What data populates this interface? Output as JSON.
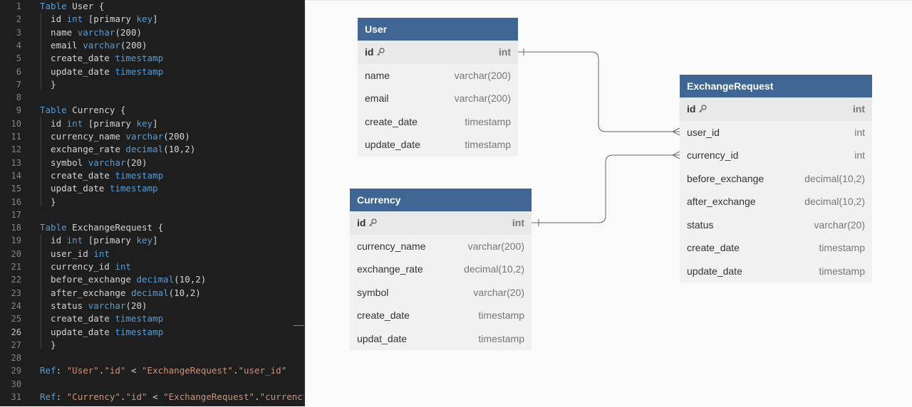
{
  "editor": {
    "active_line": 26,
    "lines": [
      [
        [
          "kw",
          "Table"
        ],
        [
          "pl",
          " User {"
        ]
      ],
      [
        [
          "pl",
          "  id "
        ],
        [
          "tp",
          "int"
        ],
        [
          "pl",
          " [primary "
        ],
        [
          "kw",
          "key"
        ],
        [
          "pl",
          "]"
        ]
      ],
      [
        [
          "pl",
          "  name "
        ],
        [
          "tp",
          "varchar"
        ],
        [
          "pl",
          "(200)"
        ]
      ],
      [
        [
          "pl",
          "  email "
        ],
        [
          "tp",
          "varchar"
        ],
        [
          "pl",
          "(200)"
        ]
      ],
      [
        [
          "pl",
          "  create_date "
        ],
        [
          "tp",
          "timestamp"
        ]
      ],
      [
        [
          "pl",
          "  update_date "
        ],
        [
          "tp",
          "timestamp"
        ]
      ],
      [
        [
          "pl",
          "  }"
        ]
      ],
      [],
      [
        [
          "kw",
          "Table"
        ],
        [
          "pl",
          " Currency {"
        ]
      ],
      [
        [
          "pl",
          "  id "
        ],
        [
          "tp",
          "int"
        ],
        [
          "pl",
          " [primary "
        ],
        [
          "kw",
          "key"
        ],
        [
          "pl",
          "]"
        ]
      ],
      [
        [
          "pl",
          "  currency_name "
        ],
        [
          "tp",
          "varchar"
        ],
        [
          "pl",
          "(200)"
        ]
      ],
      [
        [
          "pl",
          "  exchange_rate "
        ],
        [
          "tp",
          "decimal"
        ],
        [
          "pl",
          "(10,2)"
        ]
      ],
      [
        [
          "pl",
          "  symbol "
        ],
        [
          "tp",
          "varchar"
        ],
        [
          "pl",
          "(20)"
        ]
      ],
      [
        [
          "pl",
          "  create_date "
        ],
        [
          "tp",
          "timestamp"
        ]
      ],
      [
        [
          "pl",
          "  updat_date "
        ],
        [
          "tp",
          "timestamp"
        ]
      ],
      [
        [
          "pl",
          "  }"
        ]
      ],
      [],
      [
        [
          "kw",
          "Table"
        ],
        [
          "pl",
          " ExchangeRequest {"
        ]
      ],
      [
        [
          "pl",
          "  id "
        ],
        [
          "tp",
          "int"
        ],
        [
          "pl",
          " [primary "
        ],
        [
          "kw",
          "key"
        ],
        [
          "pl",
          "]"
        ]
      ],
      [
        [
          "pl",
          "  user_id "
        ],
        [
          "tp",
          "int"
        ]
      ],
      [
        [
          "pl",
          "  currency_id "
        ],
        [
          "tp",
          "int"
        ]
      ],
      [
        [
          "pl",
          "  before_exchange "
        ],
        [
          "tp",
          "decimal"
        ],
        [
          "pl",
          "(10,2)"
        ]
      ],
      [
        [
          "pl",
          "  after_exchange "
        ],
        [
          "tp",
          "decimal"
        ],
        [
          "pl",
          "(10,2)"
        ]
      ],
      [
        [
          "pl",
          "  status "
        ],
        [
          "tp",
          "varchar"
        ],
        [
          "pl",
          "(20)"
        ]
      ],
      [
        [
          "pl",
          "  create_date "
        ],
        [
          "tp",
          "timestamp"
        ]
      ],
      [
        [
          "pl",
          "  update_date "
        ],
        [
          "tp",
          "timestamp"
        ]
      ],
      [
        [
          "pl",
          "  }"
        ]
      ],
      [],
      [
        [
          "kw",
          "Ref"
        ],
        [
          "pl",
          ": "
        ],
        [
          "str",
          "\"User\""
        ],
        [
          "pl",
          "."
        ],
        [
          "str",
          "\"id\""
        ],
        [
          "pl",
          " < "
        ],
        [
          "str",
          "\"ExchangeRequest\""
        ],
        [
          "pl",
          "."
        ],
        [
          "str",
          "\"user_id\""
        ]
      ],
      [],
      [
        [
          "kw",
          "Ref"
        ],
        [
          "pl",
          ": "
        ],
        [
          "str",
          "\"Currency\""
        ],
        [
          "pl",
          "."
        ],
        [
          "str",
          "\"id\""
        ],
        [
          "pl",
          " < "
        ],
        [
          "str",
          "\"ExchangeRequest\""
        ],
        [
          "pl",
          "."
        ],
        [
          "str",
          "\"currency_"
        ]
      ]
    ]
  },
  "diagram": {
    "tables": {
      "user": {
        "name": "User",
        "fields": [
          {
            "name": "id",
            "type": "int",
            "pk": true
          },
          {
            "name": "name",
            "type": "varchar(200)"
          },
          {
            "name": "email",
            "type": "varchar(200)"
          },
          {
            "name": "create_date",
            "type": "timestamp"
          },
          {
            "name": "update_date",
            "type": "timestamp"
          }
        ]
      },
      "currency": {
        "name": "Currency",
        "fields": [
          {
            "name": "id",
            "type": "int",
            "pk": true
          },
          {
            "name": "currency_name",
            "type": "varchar(200)"
          },
          {
            "name": "exchange_rate",
            "type": "decimal(10,2)"
          },
          {
            "name": "symbol",
            "type": "varchar(20)"
          },
          {
            "name": "create_date",
            "type": "timestamp"
          },
          {
            "name": "updat_date",
            "type": "timestamp"
          }
        ]
      },
      "exchange_request": {
        "name": "ExchangeRequest",
        "fields": [
          {
            "name": "id",
            "type": "int",
            "pk": true
          },
          {
            "name": "user_id",
            "type": "int"
          },
          {
            "name": "currency_id",
            "type": "int"
          },
          {
            "name": "before_exchange",
            "type": "decimal(10,2)"
          },
          {
            "name": "after_exchange",
            "type": "decimal(10,2)"
          },
          {
            "name": "status",
            "type": "varchar(20)"
          },
          {
            "name": "create_date",
            "type": "timestamp"
          },
          {
            "name": "update_date",
            "type": "timestamp"
          }
        ]
      }
    },
    "colors": {
      "header": "#3f6593",
      "body": "#f1f1f1",
      "relation": "#666666"
    }
  }
}
